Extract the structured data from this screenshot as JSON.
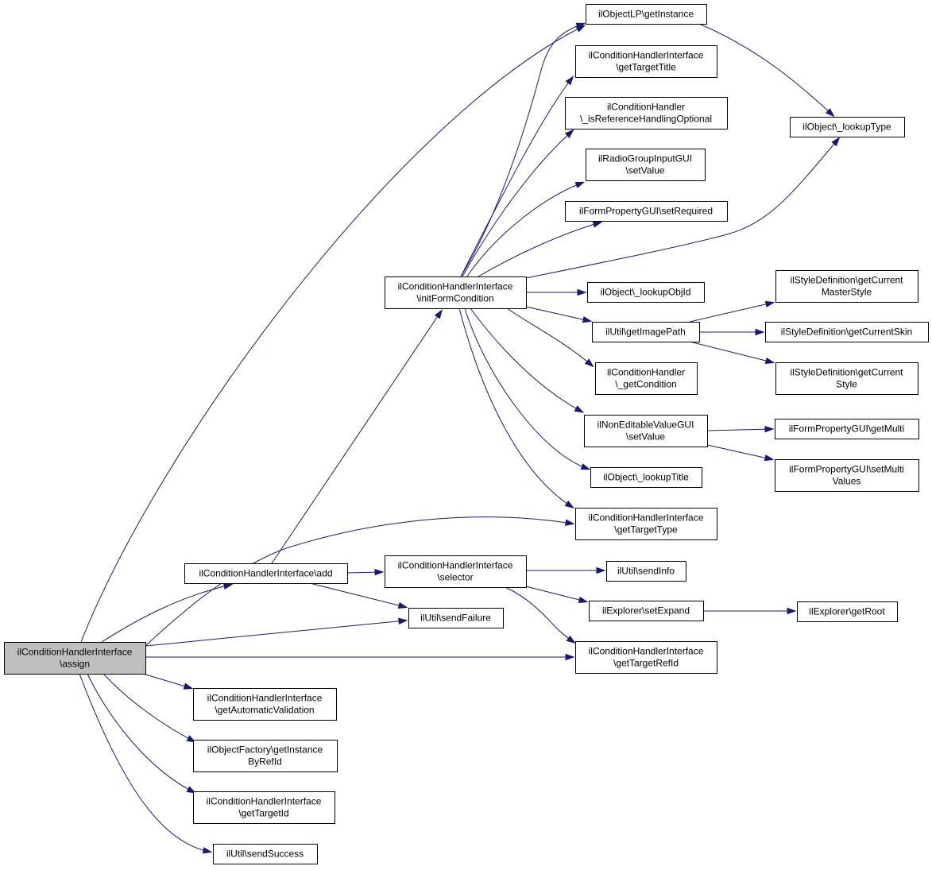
{
  "diagram": {
    "nodes": [
      {
        "id": "assign",
        "lines": [
          "ilConditionHandlerInterface",
          "\\assign"
        ],
        "highlighted": true,
        "interactable": false
      },
      {
        "id": "getInstance",
        "lines": [
          "ilObjectLP\\getInstance"
        ],
        "interactable": true
      },
      {
        "id": "getTargetTitle",
        "lines": [
          "ilConditionHandlerInterface",
          "\\getTargetTitle"
        ],
        "interactable": true
      },
      {
        "id": "isRefHandling",
        "lines": [
          "ilConditionHandler",
          "\\_isReferenceHandlingOptional"
        ],
        "interactable": true
      },
      {
        "id": "radioSetValue",
        "lines": [
          "ilRadioGroupInputGUI",
          "\\setValue"
        ],
        "interactable": true
      },
      {
        "id": "setRequired",
        "lines": [
          "ilFormPropertyGUI\\setRequired"
        ],
        "interactable": true
      },
      {
        "id": "lookupType",
        "lines": [
          "ilObject\\_lookupType"
        ],
        "interactable": true
      },
      {
        "id": "initFormCondition",
        "lines": [
          "ilConditionHandlerInterface",
          "\\initFormCondition"
        ],
        "interactable": true
      },
      {
        "id": "lookupObjId",
        "lines": [
          "ilObject\\_lookupObjId"
        ],
        "interactable": true
      },
      {
        "id": "getImagePath",
        "lines": [
          "ilUtil\\getImagePath"
        ],
        "interactable": true
      },
      {
        "id": "getCurrentMasterStyle",
        "lines": [
          "ilStyleDefinition\\getCurrent",
          "MasterStyle"
        ],
        "interactable": true
      },
      {
        "id": "getCurrentSkin",
        "lines": [
          "ilStyleDefinition\\getCurrentSkin"
        ],
        "interactable": true
      },
      {
        "id": "getCurrentStyle",
        "lines": [
          "ilStyleDefinition\\getCurrent",
          "Style"
        ],
        "interactable": true
      },
      {
        "id": "getCondition",
        "lines": [
          "ilConditionHandler",
          "\\_getCondition"
        ],
        "interactable": true
      },
      {
        "id": "nevSetValue",
        "lines": [
          "ilNonEditableValueGUI",
          "\\setValue"
        ],
        "interactable": true
      },
      {
        "id": "getMulti",
        "lines": [
          "ilFormPropertyGUI\\getMulti"
        ],
        "interactable": true
      },
      {
        "id": "setMultiValues",
        "lines": [
          "ilFormPropertyGUI\\setMulti",
          "Values"
        ],
        "interactable": true
      },
      {
        "id": "lookupTitle",
        "lines": [
          "ilObject\\_lookupTitle"
        ],
        "interactable": true
      },
      {
        "id": "getTargetType",
        "lines": [
          "ilConditionHandlerInterface",
          "\\getTargetType"
        ],
        "interactable": true
      },
      {
        "id": "add",
        "lines": [
          "ilConditionHandlerInterface\\add"
        ],
        "interactable": true
      },
      {
        "id": "selector",
        "lines": [
          "ilConditionHandlerInterface",
          "\\selector"
        ],
        "interactable": true
      },
      {
        "id": "sendInfo",
        "lines": [
          "ilUtil\\sendInfo"
        ],
        "interactable": true
      },
      {
        "id": "setExpand",
        "lines": [
          "ilExplorer\\setExpand"
        ],
        "interactable": true
      },
      {
        "id": "getRoot",
        "lines": [
          "ilExplorer\\getRoot"
        ],
        "interactable": true
      },
      {
        "id": "sendFailure",
        "lines": [
          "ilUtil\\sendFailure"
        ],
        "interactable": true
      },
      {
        "id": "getTargetRefId",
        "lines": [
          "ilConditionHandlerInterface",
          "\\getTargetRefId"
        ],
        "interactable": true
      },
      {
        "id": "getAutomaticValidation",
        "lines": [
          "ilConditionHandlerInterface",
          "\\getAutomaticValidation"
        ],
        "interactable": true
      },
      {
        "id": "getInstanceByRefId",
        "lines": [
          "ilObjectFactory\\getInstance",
          "ByRefId"
        ],
        "interactable": true
      },
      {
        "id": "getTargetId",
        "lines": [
          "ilConditionHandlerInterface",
          "\\getTargetId"
        ],
        "interactable": true
      },
      {
        "id": "sendSuccess",
        "lines": [
          "ilUtil\\sendSuccess"
        ],
        "interactable": true
      }
    ],
    "edges": [
      {
        "from": "assign",
        "to": "getInstance"
      },
      {
        "from": "assign",
        "to": "getTargetType"
      },
      {
        "from": "assign",
        "to": "add"
      },
      {
        "from": "assign",
        "to": "sendFailure"
      },
      {
        "from": "assign",
        "to": "getTargetRefId"
      },
      {
        "from": "assign",
        "to": "getAutomaticValidation"
      },
      {
        "from": "assign",
        "to": "getInstanceByRefId"
      },
      {
        "from": "assign",
        "to": "getTargetId"
      },
      {
        "from": "assign",
        "to": "sendSuccess"
      },
      {
        "from": "add",
        "to": "initFormCondition"
      },
      {
        "from": "add",
        "to": "selector"
      },
      {
        "from": "add",
        "to": "sendFailure"
      },
      {
        "from": "initFormCondition",
        "to": "getInstance"
      },
      {
        "from": "initFormCondition",
        "to": "getTargetTitle"
      },
      {
        "from": "initFormCondition",
        "to": "isRefHandling"
      },
      {
        "from": "initFormCondition",
        "to": "radioSetValue"
      },
      {
        "from": "initFormCondition",
        "to": "setRequired"
      },
      {
        "from": "initFormCondition",
        "to": "lookupType"
      },
      {
        "from": "initFormCondition",
        "to": "lookupObjId"
      },
      {
        "from": "initFormCondition",
        "to": "getImagePath"
      },
      {
        "from": "initFormCondition",
        "to": "getCondition"
      },
      {
        "from": "initFormCondition",
        "to": "nevSetValue"
      },
      {
        "from": "initFormCondition",
        "to": "lookupTitle"
      },
      {
        "from": "initFormCondition",
        "to": "getTargetType"
      },
      {
        "from": "getInstance",
        "to": "lookupType"
      },
      {
        "from": "getImagePath",
        "to": "getCurrentMasterStyle"
      },
      {
        "from": "getImagePath",
        "to": "getCurrentSkin"
      },
      {
        "from": "getImagePath",
        "to": "getCurrentStyle"
      },
      {
        "from": "nevSetValue",
        "to": "getMulti"
      },
      {
        "from": "nevSetValue",
        "to": "setMultiValues"
      },
      {
        "from": "selector",
        "to": "sendInfo"
      },
      {
        "from": "selector",
        "to": "setExpand"
      },
      {
        "from": "selector",
        "to": "getTargetRefId"
      },
      {
        "from": "setExpand",
        "to": "getRoot"
      }
    ],
    "colors": {
      "edge": "#191970",
      "node_border": "#000000",
      "node_fill": "#ffffff",
      "root_fill": "#bfbfbf"
    }
  }
}
